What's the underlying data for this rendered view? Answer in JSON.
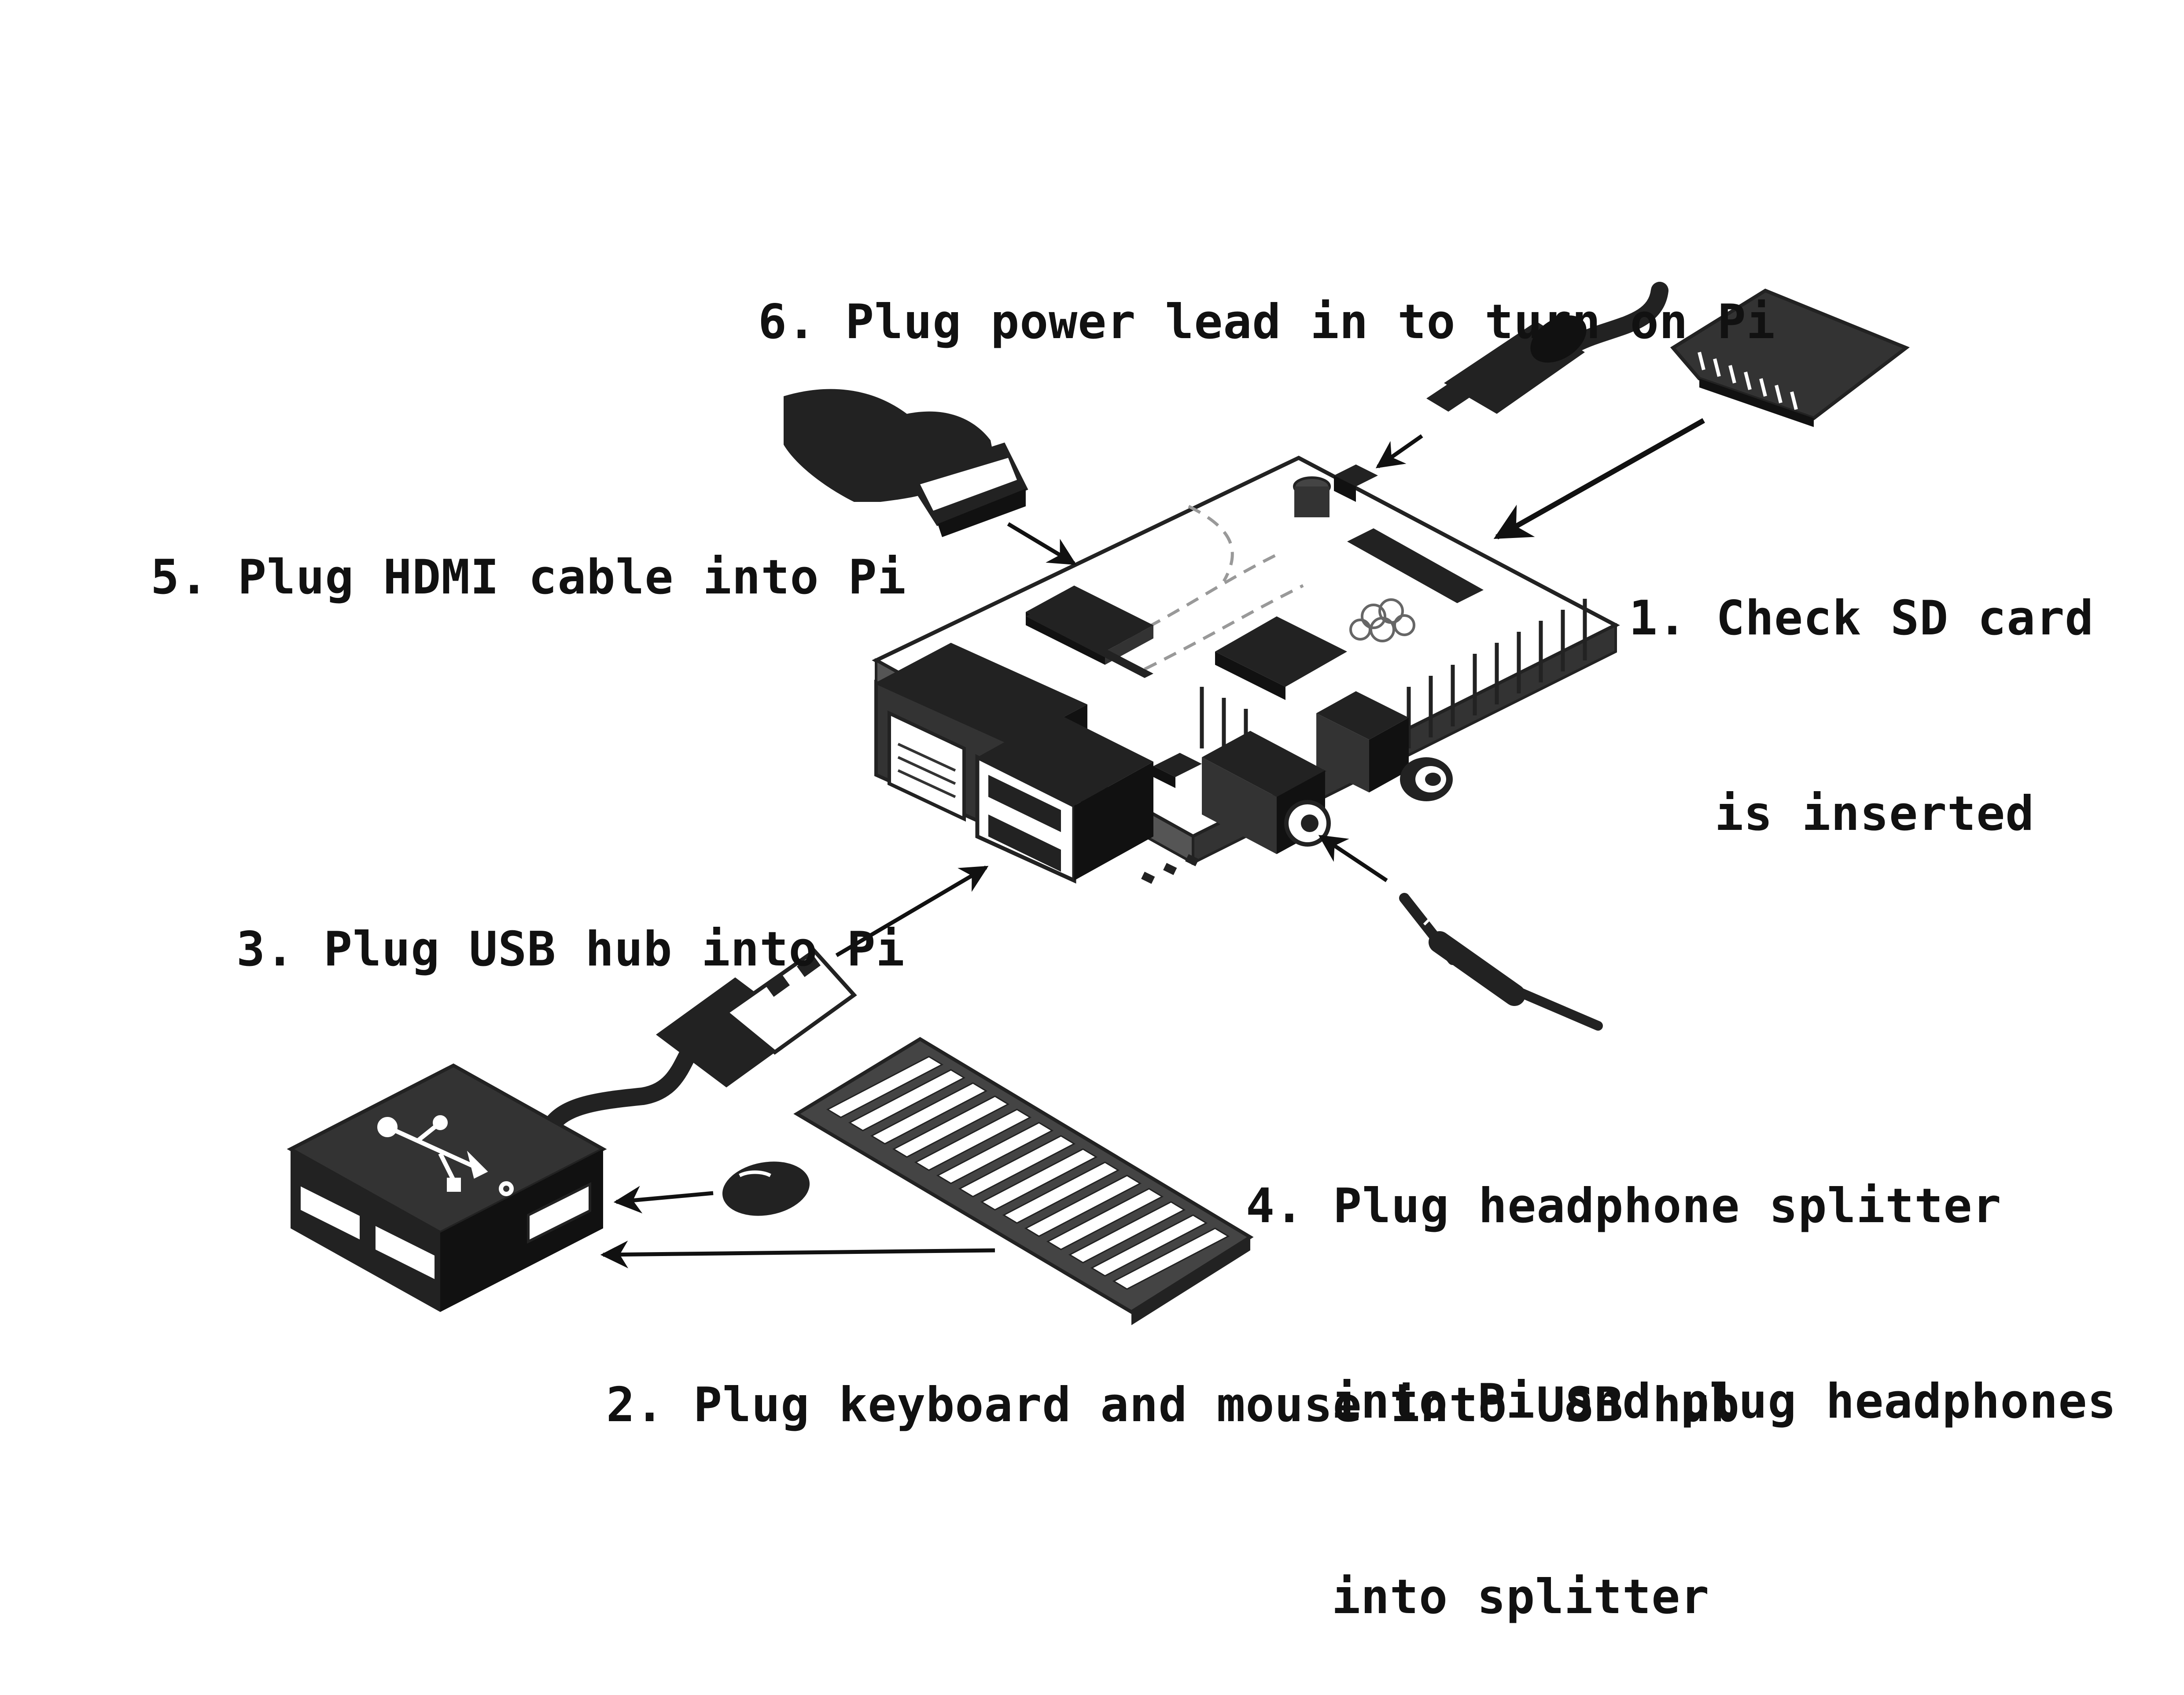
{
  "steps": {
    "step1": {
      "number": "1.",
      "line1": "Check SD card",
      "line2": "is inserted"
    },
    "step2": {
      "number": "2.",
      "text": "Plug keyboard and mouse into USB hub"
    },
    "step3": {
      "number": "3.",
      "text": "Plug USB hub into Pi"
    },
    "step4": {
      "number": "4.",
      "line1": "Plug headphone splitter",
      "line2": "into Pi and plug headphones",
      "line3": "into splitter"
    },
    "step5": {
      "number": "5.",
      "text": "Plug HDMI cable into Pi"
    },
    "step6": {
      "number": "6.",
      "text": "Plug power lead in to turn on Pi"
    }
  },
  "colors": {
    "ink": "#222222",
    "board": "#ffffff",
    "background": "#ffffff"
  },
  "icons": [
    "sd-card-icon",
    "power-plug-icon",
    "hdmi-plug-icon",
    "raspberry-pi-board",
    "usb-hub-icon",
    "usb-plug-icon",
    "keyboard-icon",
    "mouse-icon",
    "headphone-jack-icon",
    "usb-symbol-icon",
    "raspberry-logo-icon"
  ]
}
